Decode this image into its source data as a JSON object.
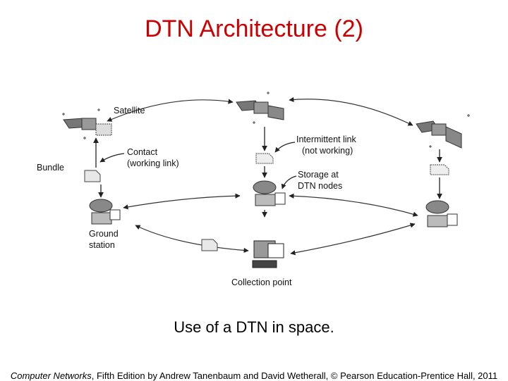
{
  "slide": {
    "title": "DTN Architecture (2)",
    "caption": "Use of a DTN in space.",
    "footer": {
      "book_title": "Computer Networks",
      "rest": ", Fifth Edition by Andrew Tanenbaum and David Wetherall, © Pearson Education-Prentice Hall, 2011"
    }
  },
  "diagram": {
    "labels": {
      "satellite": "Satellite",
      "contact_line1": "Contact",
      "contact_line2": "(working link)",
      "bundle": "Bundle",
      "ground_line1": "Ground",
      "ground_line2": "station",
      "intermittent_line1": "Intermittent link",
      "intermittent_line2": "(not working)",
      "storage_line1": "Storage at",
      "storage_line2": "DTN nodes",
      "collection": "Collection point"
    }
  }
}
